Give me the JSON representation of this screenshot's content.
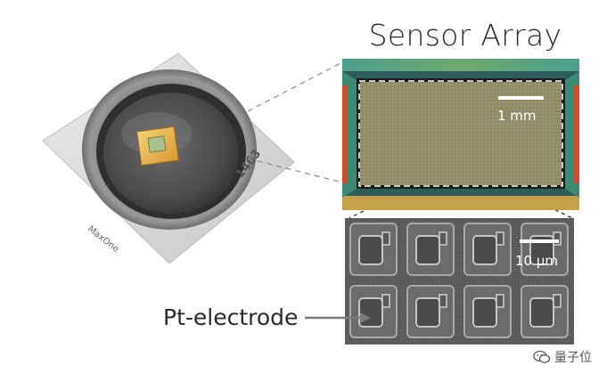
{
  "title": "Sensor Array",
  "chip": {
    "serial": "1463",
    "brand": "MaxOne"
  },
  "scale_bars": {
    "array": "1 mm",
    "sem": "10 µm"
  },
  "labels": {
    "electrode": "Pt-electrode"
  },
  "watermark": "量子位",
  "icons": {
    "watermark_logo": "wechat-style-logo-icon"
  }
}
